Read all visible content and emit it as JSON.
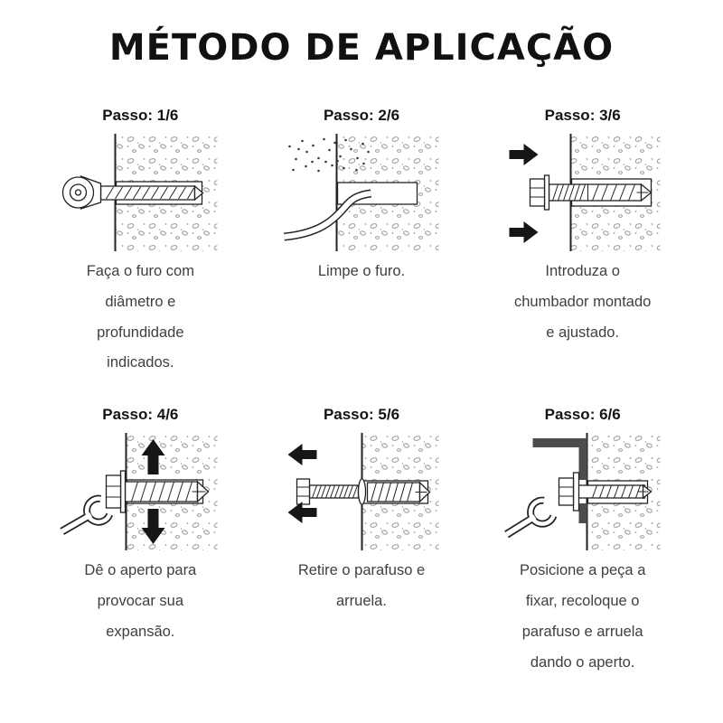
{
  "title": "MÉTODO DE APLICAÇÃO",
  "steps": [
    {
      "label": "Passo: 1/6",
      "icon": "drill-hole-icon",
      "caption": "Faça o furo com diâmetro e profundidade indicados."
    },
    {
      "label": "Passo: 2/6",
      "icon": "clean-hole-icon",
      "caption": "Limpe o furo."
    },
    {
      "label": "Passo: 3/6",
      "icon": "insert-anchor-icon",
      "caption": "Introduza o chumbador montado e ajustado."
    },
    {
      "label": "Passo: 4/6",
      "icon": "tighten-anchor-icon",
      "caption": "Dê o aperto para provocar sua expansão."
    },
    {
      "label": "Passo: 5/6",
      "icon": "remove-screw-icon",
      "caption": "Retire o parafuso e arruela."
    },
    {
      "label": "Passo: 6/6",
      "icon": "fix-piece-icon",
      "caption": "Posicione a peça a fixar, recoloque o parafuso e arruela dando o aperto."
    }
  ],
  "colors": {
    "title": "#111111",
    "caption_text": "#3f3f3f",
    "line_art": "#222222",
    "concrete_speckle": "#9a9a9a",
    "arrow": "#161616",
    "bracket": "#4d4d4d",
    "background": "#ffffff"
  }
}
